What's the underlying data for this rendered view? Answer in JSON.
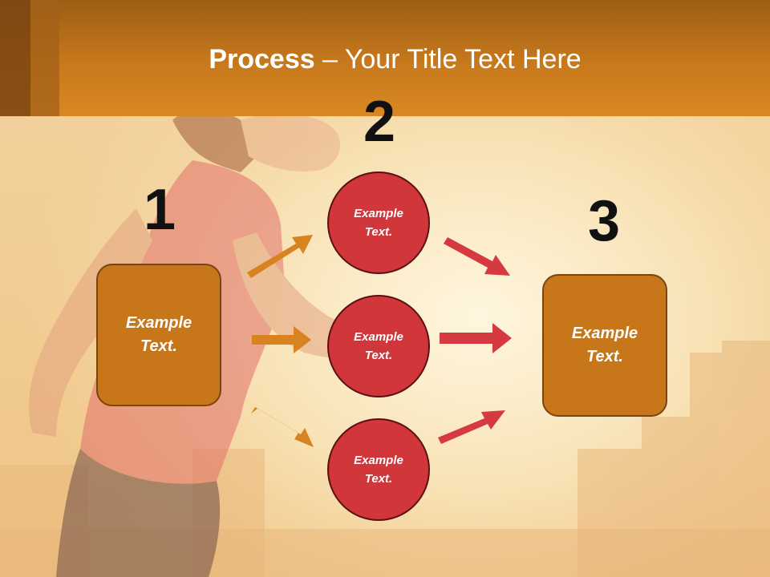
{
  "title": {
    "bold": "Process",
    "rest": " – Your Title Text Here"
  },
  "steps": {
    "one": "1",
    "two": "2",
    "three": "3"
  },
  "left_box": {
    "line1": "Example",
    "line2": "Text."
  },
  "right_box": {
    "line1": "Example",
    "line2": "Text."
  },
  "circles": [
    {
      "line1": "Example",
      "line2": "Text."
    },
    {
      "line1": "Example",
      "line2": "Text."
    },
    {
      "line1": "Example",
      "line2": "Text."
    }
  ],
  "colors": {
    "header": "#c8791c",
    "box_fill": "#c8761a",
    "circle_fill": "#d0363a",
    "orange_arrow": "#d7831f",
    "red_arrow": "#d43a3f"
  },
  "icons": {
    "background": "runner-sunset-photo"
  }
}
